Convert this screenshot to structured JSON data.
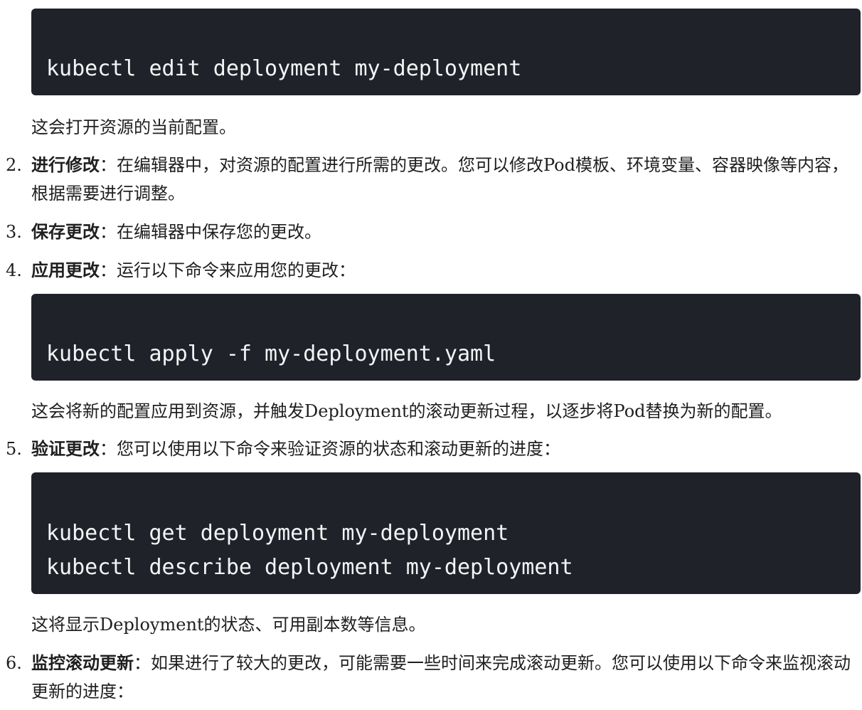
{
  "blocks": {
    "code1": {
      "lines": [
        "kubectl edit deployment my-deployment"
      ]
    },
    "note1": "这会打开资源的当前配置。",
    "step2": {
      "number": "2.",
      "term": "进行修改",
      "text": "：在编辑器中，对资源的配置进行所需的更改。您可以修改Pod模板、环境变量、容器映像等内容，根据需要进行调整。"
    },
    "step3": {
      "number": "3.",
      "term": "保存更改",
      "text": "：在编辑器中保存您的更改。"
    },
    "step4": {
      "number": "4.",
      "term": "应用更改",
      "text": "：运行以下命令来应用您的更改："
    },
    "code2": {
      "lines": [
        "kubectl apply -f my-deployment.yaml"
      ]
    },
    "note2": "这会将新的配置应用到资源，并触发Deployment的滚动更新过程，以逐步将Pod替换为新的配置。",
    "step5": {
      "number": "5.",
      "term": "验证更改",
      "text": "：您可以使用以下命令来验证资源的状态和滚动更新的进度："
    },
    "code3": {
      "lines": [
        "kubectl get deployment my-deployment",
        "kubectl describe deployment my-deployment"
      ]
    },
    "note3": "这将显示Deployment的状态、可用副本数等信息。",
    "step6": {
      "number": "6.",
      "term": "监控滚动更新",
      "text": "：如果进行了较大的更改，可能需要一些时间来完成滚动更新。您可以使用以下命令来监视滚动更新的进度："
    }
  }
}
